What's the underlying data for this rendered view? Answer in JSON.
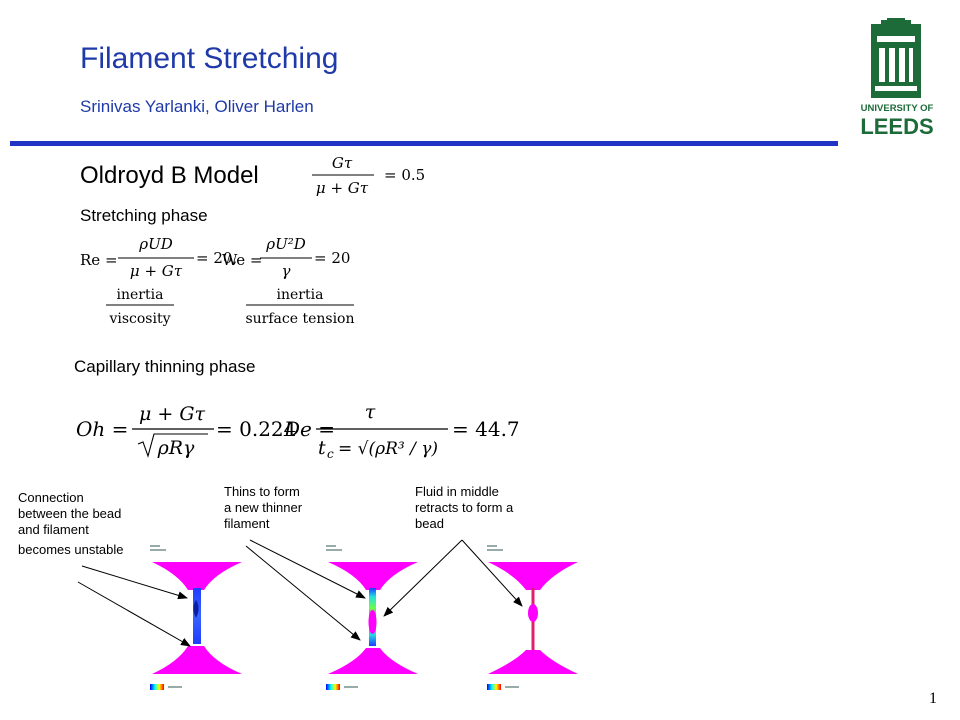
{
  "slide": {
    "title": "Filament Stretching",
    "subtitle": "Srinivas Yarlanki, Oliver Harlen",
    "page_number": "1"
  },
  "logo": {
    "line1": "UNIVERSITY OF",
    "line2": "LEEDS",
    "brand_color": "#1e6b3a"
  },
  "model": {
    "heading": "Oldroyd B Model",
    "ratio_numerator": "Gτ",
    "ratio_denominator": "μ + Gτ",
    "ratio_value": "= 0.5"
  },
  "stretching": {
    "heading": "Stretching phase",
    "re_lhs": "Re =",
    "re_num": "ρUD",
    "re_den": "μ + Gτ",
    "re_value": "= 20,",
    "we_lhs": "We =",
    "we_num": "ρU²D",
    "we_den": "γ",
    "we_value": "= 20",
    "re_meaning_num": "inertia",
    "re_meaning_den": "viscosity",
    "we_meaning_num": "inertia",
    "we_meaning_den": "surface tension"
  },
  "capillary": {
    "heading": "Capillary thinning phase",
    "oh_lhs": "Oh =",
    "oh_num": "μ + Gτ",
    "oh_den": "ρRγ",
    "oh_value": "= 0.224",
    "de_lhs": "De =",
    "de_num": "τ",
    "de_den_left": "t",
    "de_den_sub": "c",
    "de_den_right": "= √(ρR³ / γ)",
    "de_value": "= 44.7"
  },
  "annotations": {
    "a1_lines": [
      "Connection",
      "between the bead",
      "and filament"
    ],
    "a1_tail": "becomes unstable",
    "a2_lines": [
      "Thins to form",
      "a new thinner",
      "filament"
    ],
    "a3_lines": [
      "Fluid in middle",
      "retracts to form a",
      "bead"
    ]
  },
  "colors": {
    "title_blue": "#1f3aa8",
    "rule_blue": "#2134c6",
    "fluid_magenta": "#ff00ff"
  }
}
